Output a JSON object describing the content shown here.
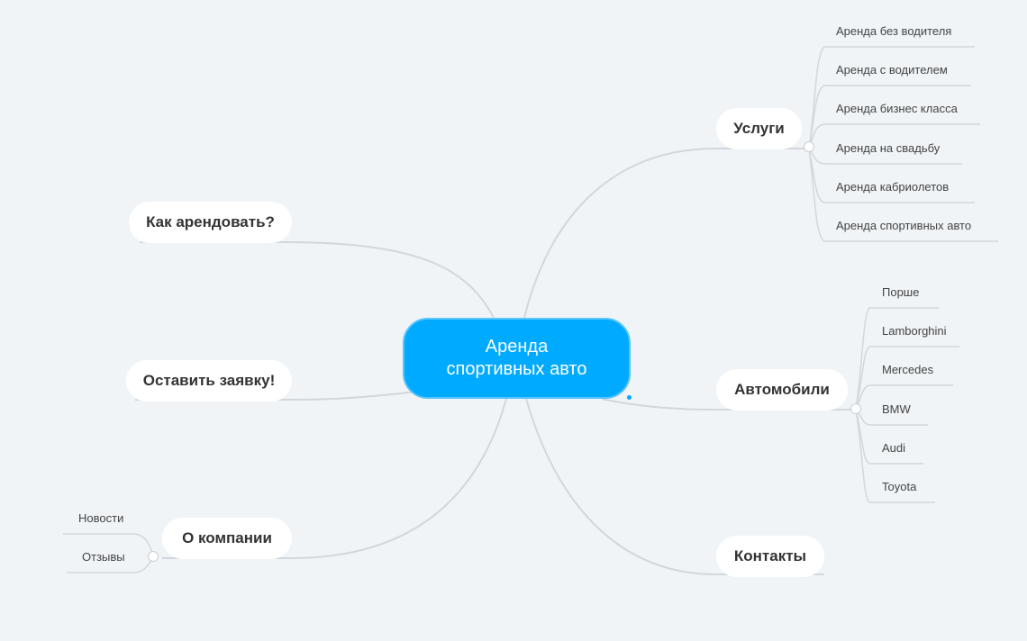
{
  "central": {
    "line1": "Аренда",
    "line2": "спортивных авто"
  },
  "topics": {
    "services": "Услуги",
    "cars": "Автомобили",
    "contacts": "Контакты",
    "how_to_rent": "Как арендовать?",
    "leave_request": "Оставить заявку!",
    "about": "О компании"
  },
  "services_items": [
    "Аренда без водителя",
    "Аренда с водителем",
    "Аренда бизнес класса",
    "Аренда на свадьбу",
    "Аренда кабриолетов",
    "Аренда спортивных авто"
  ],
  "cars_items": [
    "Порше",
    "Lamborghini",
    "Mercedes",
    "BMW",
    "Audi",
    "Toyota"
  ],
  "about_items": [
    "Новости",
    "Отзывы"
  ],
  "colors": {
    "background": "#f0f4f7",
    "central_fill": "#00aaff",
    "connector": "#d2d7db",
    "topic_fill": "#ffffff"
  }
}
